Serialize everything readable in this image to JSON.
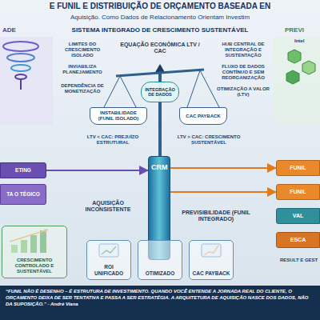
{
  "diagram": {
    "title": "E FUNIL E DISTRIBUIÇÃO DE ORÇAMENTO BASEADA EN",
    "caption": "“FUNIL NÃO É DESENHO – É ESTRUTURA DE INVESTIMENTO. QUANDO VOCÊ ENTENDE A JORNADA REAL DO CLIENTE, O ORÇAMENTO DEIXA DE SER TENTATIVA E PASSA A SER ESTRATÉGIA. A ARQUITETURA DE AQUISIÇÃO NASCE DOS DADOS, NÃO DA SUPOSIÇÃO.” - André Viana",
    "nodes": [
      {
        "text": [
          "INTEGRAÇÃO DE DADOS"
        ]
      },
      {
        "text": [
          "INSTABILIDADE (FUNIL ISOLADO)"
        ]
      },
      {
        "text": [
          "CAC PAYBACK"
        ]
      },
      {
        "text": [
          "ETING"
        ]
      },
      {
        "text": [
          "CRM"
        ]
      },
      {
        "text": [
          "FUNIL"
        ]
      },
      {
        "text": [
          "TA O TÉGICO"
        ]
      },
      {
        "text": [
          "FUNIL"
        ]
      },
      {
        "text": [
          "VAL"
        ]
      },
      {
        "text": [
          "ESCA"
        ]
      },
      {
        "text": [
          "CRESCIMENTO CONTROLADO E SUSTENTÁVEL"
        ]
      },
      {
        "text": [
          "ROI UNIFICADO"
        ]
      },
      {
        "text": [
          "OTIMIZADO"
        ]
      },
      {
        "text": [
          "CAC PAYBACK"
        ]
      }
    ],
    "edges": [
      {
        "from": 3,
        "to": 4,
        "arrow": "to"
      },
      {
        "from": 4,
        "to": 5,
        "arrow": "to"
      },
      {
        "from": 4,
        "to": 7,
        "arrow": "to"
      }
    ],
    "labels": [
      "Aquisição. Como Dados de Relacionamento Orientam Investim",
      "ADE",
      "SISTEMA INTEGRADO DE CRESCIMENTO SUSTENTÁVEL",
      "PREVI",
      "Intel",
      "LIMITES DO CRESCIMENTO ISOLADO",
      "INVIABILIZA PLANEJAMENTO",
      "DEPENDÊNCIA DE MONETIZAÇÃO",
      "EQUAÇÃO ECONÔMICA LTV / CAC",
      "HUB CENTRAL DE INTEGRAÇÃO E SUSTENTAÇÃO",
      "FLUXO DE DADOS CONTÍNUO E SEM REORGANIZAÇÃO",
      "OTIMIZAÇÃO A VALOR (LTV)",
      "LTV < CAC: PREJUÍZO ESTRUTURAL",
      "LTV > CAC: CRESCIMENTO SUSTENTÁVEL",
      "AQUISIÇÃO INCONSISTENTE",
      "PREVISIBILIDADE (FUNIL INTEGRADO)",
      "RESULT E GEST"
    ]
  }
}
